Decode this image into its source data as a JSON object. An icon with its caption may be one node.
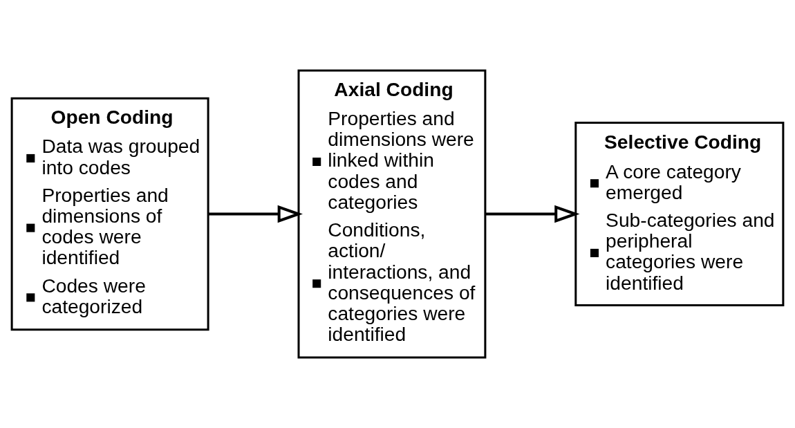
{
  "diagram": {
    "nodes": [
      {
        "text": [
          "Open Coding",
          "Data was grouped into codes",
          "Properties and dimensions of codes were identified",
          "Codes were categorized"
        ]
      },
      {
        "text": [
          "Axial Coding",
          "Properties and dimensions were linked within codes and categories",
          "Conditions, action/ interactions, and consequences of categories were identified"
        ]
      },
      {
        "text": [
          "Selective Coding",
          "A core category emerged",
          "Sub-categories and peripheral categories were identified"
        ]
      }
    ],
    "edges": [
      {
        "from": 0,
        "to": 1,
        "arrow": "to"
      },
      {
        "from": 1,
        "to": 2,
        "arrow": "to"
      }
    ]
  }
}
